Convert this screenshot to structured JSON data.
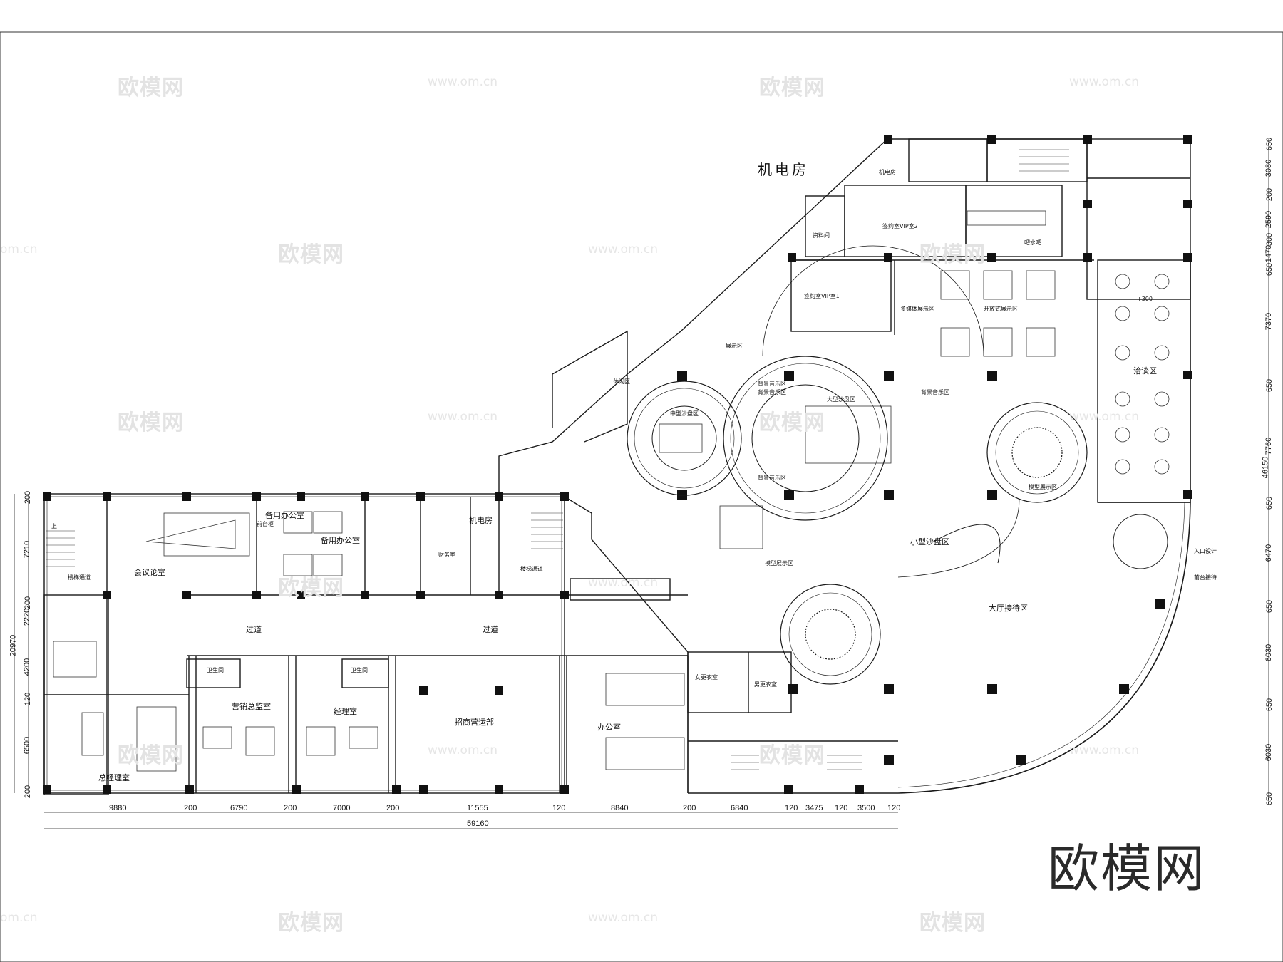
{
  "watermark": {
    "brand": "欧模网",
    "url": "www.om.cn",
    "url_short": "om.cn"
  },
  "corner_brand": "欧模网",
  "rooms": {
    "mech_room_callout": "机电房",
    "mech_room_small": "机电房",
    "conference": "会议论室",
    "standby_office_1": "备用办公室",
    "standby_office_2": "备用办公室",
    "mech_room_west": "机电房",
    "finance": "财务室",
    "stair_left": "楼梯通道",
    "stair_mid": "楼梯通道",
    "corridor_left": "过道",
    "corridor_right": "过道",
    "restroom_1": "卫生间",
    "restroom_2": "卫生间",
    "sales_director": "营销总监室",
    "manager": "经理室",
    "investment_dept": "招商营运部",
    "office": "办公室",
    "general_manager": "总经理室",
    "female_locker": "女更衣室",
    "male_locker": "男更衣室",
    "medium_sandtable": "中型沙盘区",
    "large_sandtable": "大型沙盘区",
    "small_sandtable": "小型沙盘区",
    "negotiation": "洽谈区",
    "hall_reception": "大厅接待区",
    "open_display": "开放式展示区",
    "bar": "吧水吧",
    "exhibition": "展示区",
    "data_room": "资料间",
    "vip_room_1": "签约室VIP室1",
    "vip_room_2": "签约室VIP室2",
    "multimedia": "多媒体展示区",
    "leisure": "休闲区",
    "music_a": "背景音乐区",
    "music_b": "背景音乐区",
    "music_c": "背景音乐区",
    "music_d": "背景音乐区",
    "model_a": "模型展示区",
    "model_b": "模型展示区",
    "entrance_a": "入口设计",
    "entrance_b": "前台接待",
    "level_mark": "+300",
    "reception_desk": "前台柜",
    "up": "上"
  },
  "dimensions": {
    "bottom": [
      "9880",
      "200",
      "6790",
      "200",
      "7000",
      "200",
      "11555",
      "120",
      "8840",
      "200",
      "6840",
      "120",
      "3475",
      "120",
      "3500",
      "120"
    ],
    "total_width": "59160",
    "right": [
      "650",
      "3080",
      "200",
      "2590",
      "300",
      "1470",
      "650",
      "7370",
      "650",
      "7760",
      "650",
      "6470",
      "650",
      "6030",
      "650",
      "6030",
      "650"
    ],
    "total_height": "46150",
    "left": [
      "200",
      "7210",
      "200",
      "2220",
      "4200",
      "120",
      "6500",
      "200"
    ],
    "left_total": "20970"
  },
  "colors": {
    "line": "#1a1a1a",
    "watermark": "#e3e3e3"
  }
}
